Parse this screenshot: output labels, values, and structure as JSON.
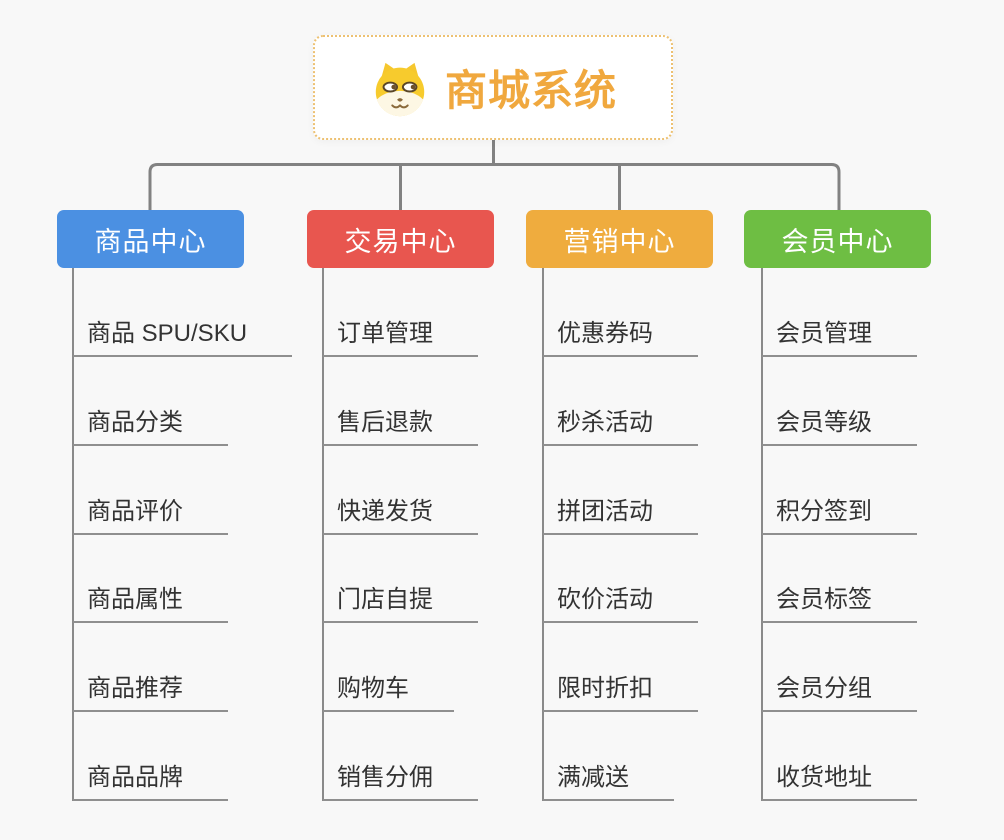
{
  "root": {
    "title": "商城系统",
    "icon": "shiba-dog-icon"
  },
  "branches": [
    {
      "label": "商品中心",
      "color": "#4b90e2",
      "items": [
        "商品 SPU/SKU",
        "商品分类",
        "商品评价",
        "商品属性",
        "商品推荐",
        "商品品牌"
      ]
    },
    {
      "label": "交易中心",
      "color": "#e8564f",
      "items": [
        "订单管理",
        "售后退款",
        "快递发货",
        "门店自提",
        "购物车",
        "销售分佣"
      ]
    },
    {
      "label": "营销中心",
      "color": "#efac3e",
      "items": [
        "优惠券码",
        "秒杀活动",
        "拼团活动",
        "砍价活动",
        "限时折扣",
        "满减送"
      ]
    },
    {
      "label": "会员中心",
      "color": "#6ebe43",
      "items": [
        "会员管理",
        "会员等级",
        "积分签到",
        "会员标签",
        "会员分组",
        "收货地址"
      ]
    }
  ],
  "colors": {
    "background": "#f8f8f8",
    "root_text": "#f0a83e",
    "root_border": "#edc172",
    "connector": "#828282",
    "underline": "#8f8f8f",
    "item_text": "#333333"
  }
}
